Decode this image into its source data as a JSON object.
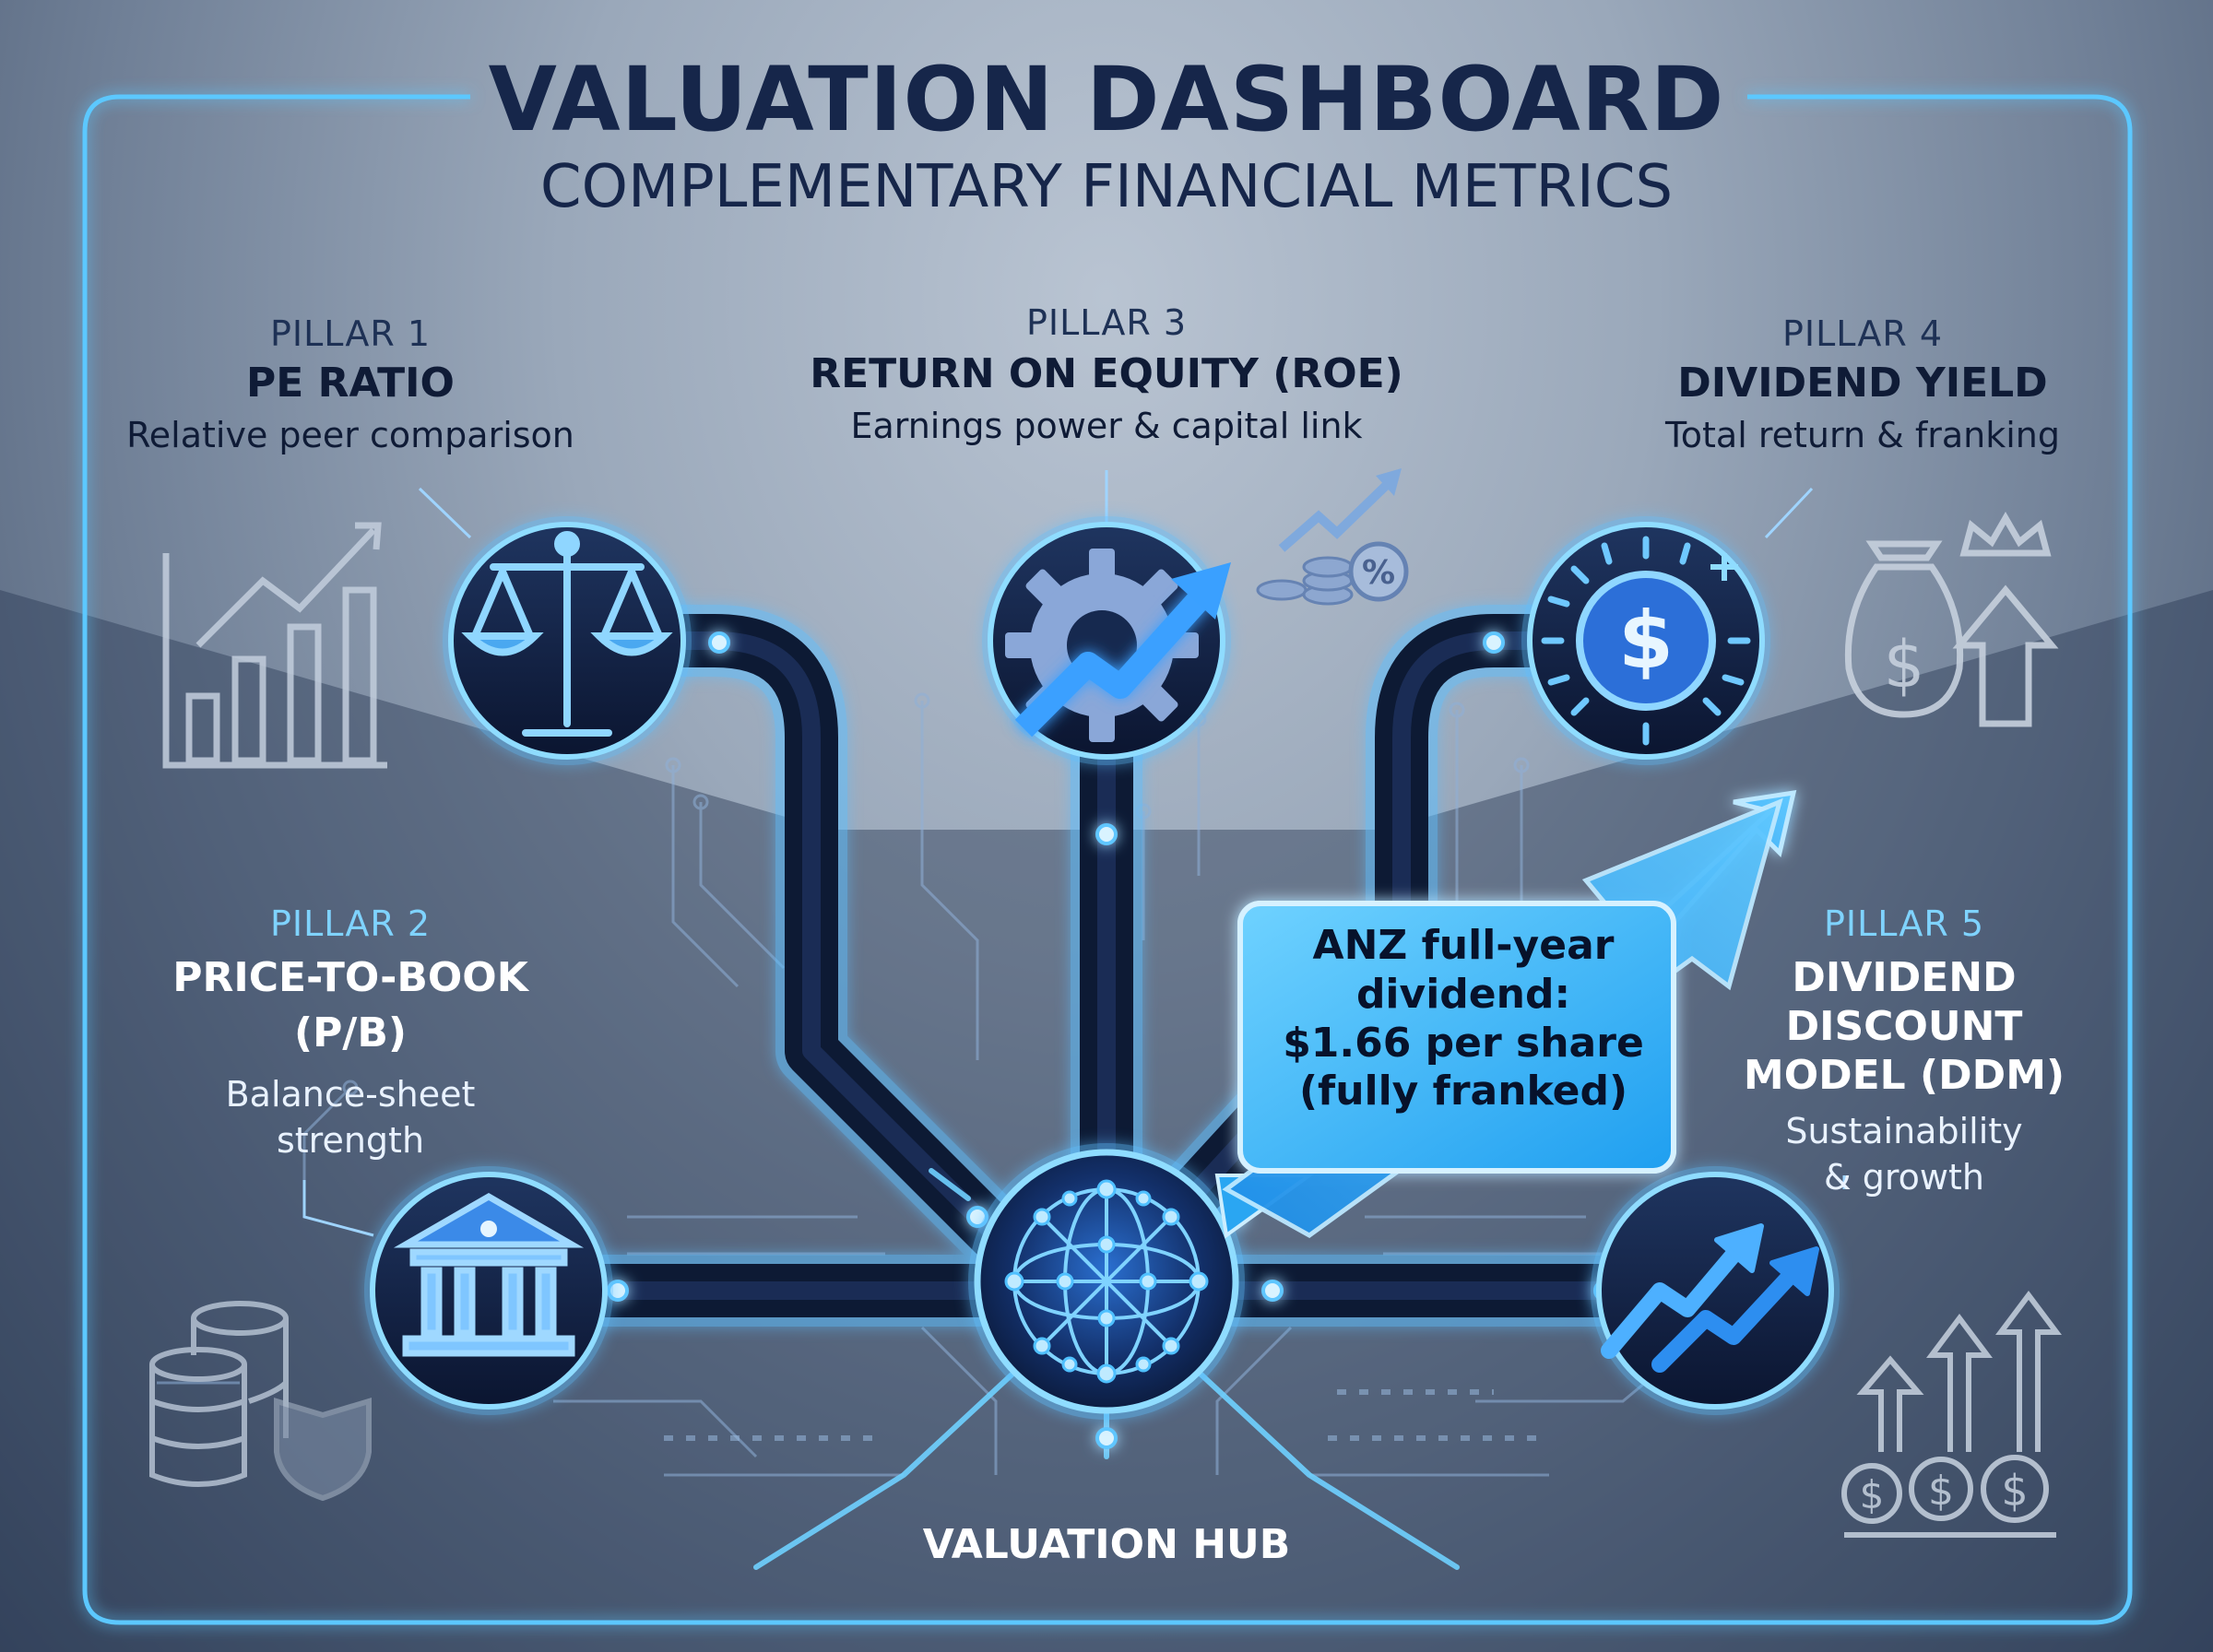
{
  "header": {
    "title": "VALUATION DASHBOARD",
    "subtitle": "COMPLEMENTARY FINANCIAL METRICS"
  },
  "pillars": [
    {
      "label": "PILLAR 1",
      "name": "PE RATIO",
      "desc": "Relative peer comparison",
      "icon": "scales-icon"
    },
    {
      "label": "PILLAR 2",
      "name_lines": [
        "PRICE-TO-BOOK",
        "(P/B)"
      ],
      "desc_lines": [
        "Balance-sheet",
        "strength"
      ],
      "icon": "bank-icon"
    },
    {
      "label": "PILLAR 3",
      "name": "RETURN ON EQUITY (ROE)",
      "desc": "Earnings power & capital link",
      "icon": "gear-arrow-icon"
    },
    {
      "label": "PILLAR 4",
      "name": "DIVIDEND YIELD",
      "desc": "Total return & franking",
      "icon": "dollar-coin-icon"
    },
    {
      "label": "PILLAR 5",
      "name_lines": [
        "DIVIDEND",
        "DISCOUNT",
        "MODEL (DDM)"
      ],
      "desc_lines": [
        "Sustainability",
        "& growth"
      ],
      "icon": "growth-arrows-icon"
    }
  ],
  "callout": {
    "lines": [
      "ANZ full-year",
      "dividend:",
      "$1.66 per share",
      "(fully franked)"
    ]
  },
  "hub": {
    "label": "VALUATION HUB",
    "icon": "network-globe-icon"
  },
  "colors": {
    "navy": "#0f1b36",
    "accent": "#2f8cff",
    "glow": "#7fd3ff",
    "callout_fill": "#33b6f5"
  }
}
